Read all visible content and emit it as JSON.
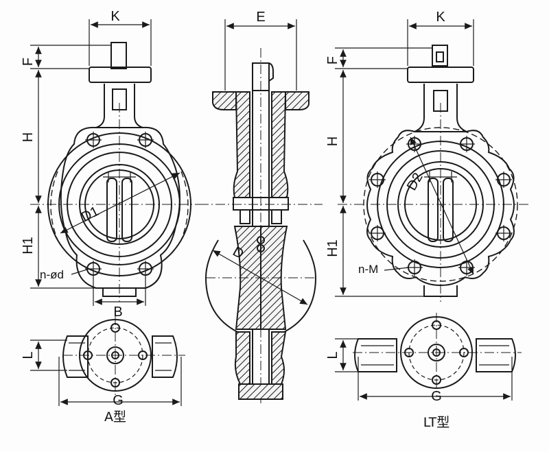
{
  "colors": {
    "ink": "#1a1a1a",
    "paper": "#fdfdfd"
  },
  "left_view": {
    "dims": {
      "k": "K",
      "f": "F",
      "h": "H",
      "h1": "H1",
      "d1": "D1",
      "n_od": "n-ød",
      "b": "B",
      "l": "L",
      "g": "G"
    },
    "caption": "A型"
  },
  "middle_view": {
    "dims": {
      "e": "E",
      "d": "D"
    }
  },
  "right_view": {
    "dims": {
      "k": "K",
      "f": "F",
      "h": "H",
      "h1": "H1",
      "d2": "D2",
      "n_m": "n-M",
      "l": "L",
      "g": "G"
    },
    "caption": "LT型"
  }
}
